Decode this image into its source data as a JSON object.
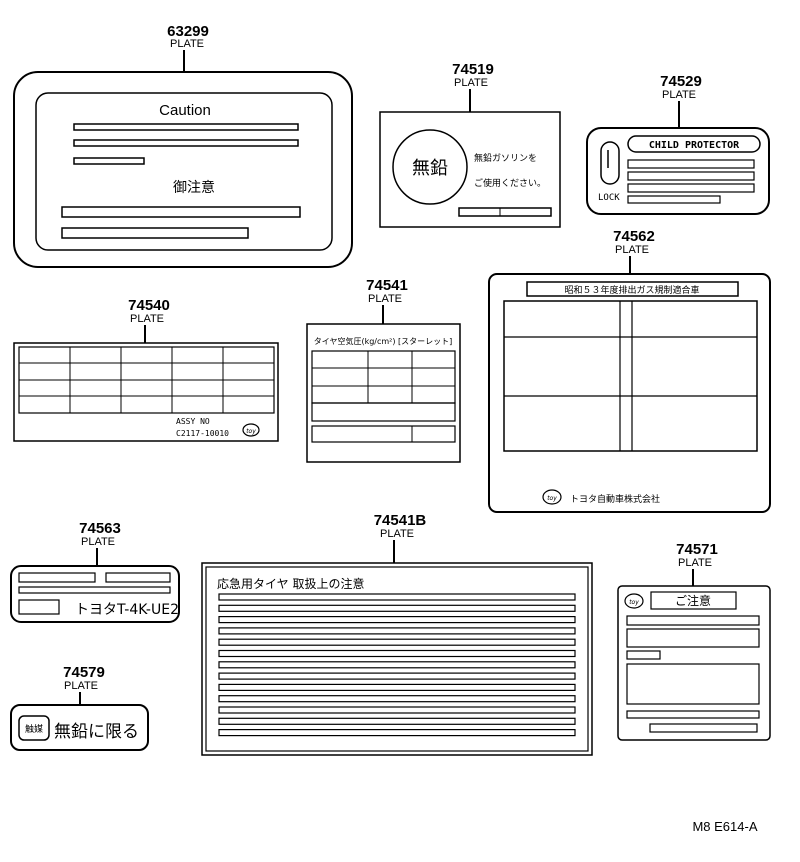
{
  "parts": [
    {
      "number": "63299",
      "label": "PLATE"
    },
    {
      "number": "74519",
      "label": "PLATE"
    },
    {
      "number": "74529",
      "label": "PLATE"
    },
    {
      "number": "74562",
      "label": "PLATE"
    },
    {
      "number": "74540",
      "label": "PLATE"
    },
    {
      "number": "74541",
      "label": "PLATE"
    },
    {
      "number": "74563",
      "label": "PLATE"
    },
    {
      "number": "74541B",
      "label": "PLATE"
    },
    {
      "number": "74571",
      "label": "PLATE"
    },
    {
      "number": "74579",
      "label": "PLATE"
    }
  ],
  "plate_63299": {
    "caution": "Caution",
    "jp_caution": "御注意"
  },
  "plate_74519": {
    "big": "無鉛",
    "line1": "無鉛ガソリンを",
    "line2": "ご使用ください。"
  },
  "plate_74529": {
    "title": "CHILD PROTECTOR",
    "lock": "LOCK"
  },
  "plate_74562": {
    "title": "昭和５３年度排出ガス規制適合車",
    "maker": "トヨタ自動車株式会社",
    "logo": "toyota-logo"
  },
  "plate_74540": {
    "assy": "ASSY NO",
    "code": "C2117-10010",
    "logo": "toyota-logo"
  },
  "plate_74541": {
    "title": "タイヤ空気圧(kg/cm²) [スターレット]"
  },
  "plate_74563": {
    "text": "トヨタT-4K-UE2"
  },
  "plate_74541B": {
    "title": "応急用タイヤ 取扱上の注意"
  },
  "plate_74571": {
    "title": "ご注意",
    "logo": "toyota-logo"
  },
  "plate_74579": {
    "badge": "触媒",
    "text": "無鉛に限る"
  },
  "footer": {
    "code": "M8 E614-A"
  }
}
